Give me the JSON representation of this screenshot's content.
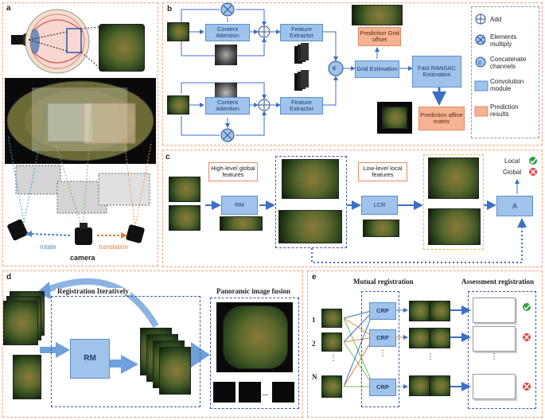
{
  "panels": {
    "a": "a",
    "b": "b",
    "c": "c",
    "d": "d",
    "e": "e"
  },
  "panel_a": {
    "rotate": "rotate",
    "translation": "translation",
    "camera": "camera"
  },
  "panel_b": {
    "content_attention_top": "Content Attention",
    "feature_extractor_top": "Feature Extractor",
    "content_attention_bottom": "Content Attention",
    "feature_extractor_bottom": "Feature Extractor",
    "concat_symbol": "c",
    "grid_estimation": "Grid Estimation",
    "prediction_grid_offset": "Prediction Grid offset",
    "fast_ransac": "Fast RANSAC Estimation",
    "prediction_affine": "Prediction affine matrix",
    "legend": [
      {
        "icon": "add-icon",
        "label": "Add"
      },
      {
        "icon": "multiply-icon",
        "label": "Elements multiply"
      },
      {
        "icon": "concat-icon",
        "label": "Concatenate channels"
      },
      {
        "icon": "conv-icon",
        "label": "Convolution module"
      },
      {
        "icon": "prediction-icon",
        "label": "Prediction results"
      }
    ]
  },
  "panel_c": {
    "high_level": "High-level global features",
    "low_level": "Low-level local features",
    "rm": "RM",
    "lcr": "LCR",
    "a_module": "A",
    "local": "Local",
    "global": "Global"
  },
  "panel_d": {
    "registration_iteratively": "Registration Iteratively",
    "rm": "RM",
    "panoramic": "Panoramic image fusion",
    "ellipsis": "..."
  },
  "panel_e": {
    "mutual_registration": "Mutual registration",
    "assessment_registration": "Assessment registration",
    "row_labels": [
      "1",
      "2",
      "N"
    ],
    "crp": [
      "CRP",
      "CRP",
      "CRP"
    ],
    "vdots": "⋮"
  },
  "colors": {
    "module_blue": "#9fc3ea",
    "prediction_orange": "#f6b394",
    "panel_border": "#f0a37a",
    "arrow_blue": "#3d6fc4"
  }
}
